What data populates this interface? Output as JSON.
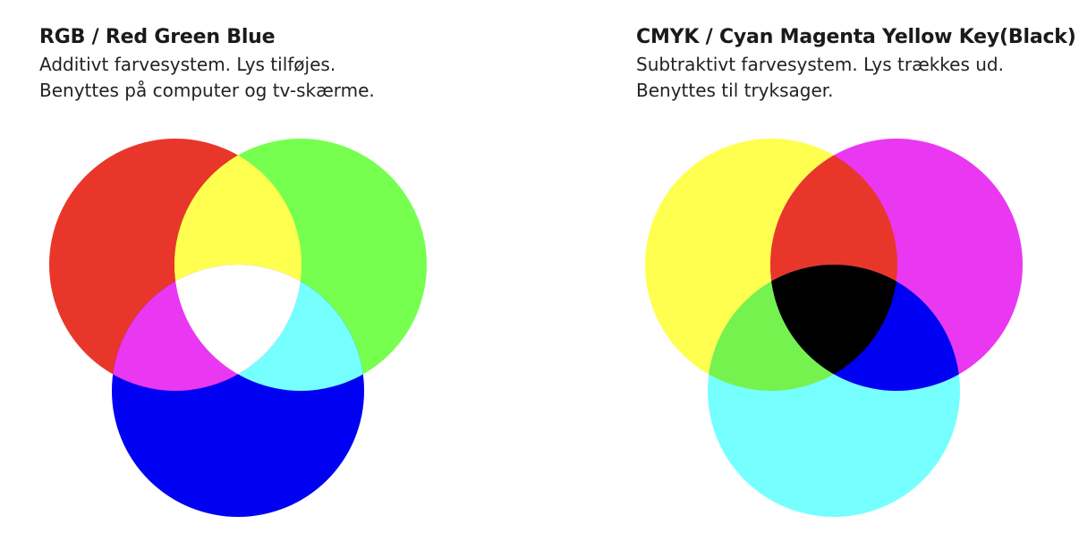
{
  "rgb": {
    "title": "RGB / Red Green Blue",
    "line1": "Additivt farvesystem. Lys tilføjes.",
    "line2": "Benyttes på computer og tv-skærme.",
    "colors": {
      "red": "#e8372a",
      "green": "#76ff4f",
      "blue": "#0000f2",
      "red_green": "#ffff4f",
      "green_blue": "#76ffff",
      "red_blue": "#ea37f2",
      "center": "#ffffff"
    }
  },
  "cmyk": {
    "title": "CMYK / Cyan Magenta Yellow Key(Black)",
    "line1": "Subtraktivt farvesystem. Lys trækkes ud.",
    "line2": "Benyttes til tryksager.",
    "colors": {
      "yellow": "#ffff4f",
      "magenta": "#ea37f2",
      "cyan": "#76ffff",
      "yellow_magenta": "#e8372a",
      "yellow_cyan": "#76f24f",
      "magenta_cyan": "#0000f2",
      "center": "#000000"
    }
  }
}
